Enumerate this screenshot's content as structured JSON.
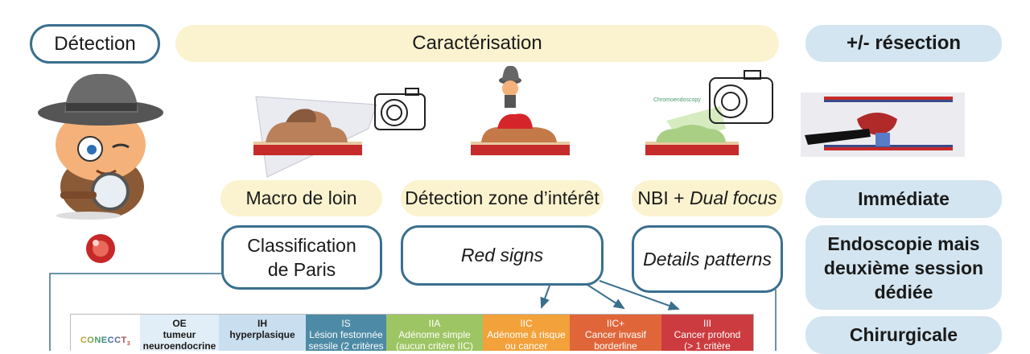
{
  "headers": {
    "detection": "Détection",
    "caracterisation": "Caractérisation",
    "resection": "+/- résection"
  },
  "methods": {
    "macro": "Macro de loin",
    "detection_zone": "Détection zone d’intérêt",
    "nbi_prefix": "NBI + ",
    "nbi_italic": "Dual focus"
  },
  "outcomes": {
    "classification": "Classification\nde Paris",
    "red_signs": "Red signs",
    "details": "Details patterns"
  },
  "resection_options": {
    "immediate": "Immédiate",
    "endoscopie": "Endoscopie mais\ndeuxième session\ndédiée",
    "chirurgicale": "Chirurgicale"
  },
  "illustration_text": {
    "chromoendoscopy": "Chromoendoscopy"
  },
  "table": {
    "logo": "CONECCT",
    "logo_sub": "3",
    "columns": [
      {
        "code": "OE",
        "line1": "tumeur",
        "line2": "neuroendocrine",
        "color": "#e2eef7",
        "text_color": "#1a1a1a"
      },
      {
        "code": "IH",
        "line1": "hyperplasique",
        "line2": "",
        "color": "#c9dff0",
        "text_color": "#1a1a1a"
      },
      {
        "code": "IS",
        "line1": "Lésion festonnée",
        "line2": "sessile (2 critères",
        "color": "#4d8aa6",
        "text_color": "#ffffff"
      },
      {
        "code": "IIA",
        "line1": "Adénome simple",
        "line2": "(aucun critère IIC)",
        "color": "#9dc563",
        "text_color": "#ffffff"
      },
      {
        "code": "IIC",
        "line1": "Adénome à risque",
        "line2": "ou cancer",
        "color": "#f2a13b",
        "text_color": "#ffffff"
      },
      {
        "code": "IIC+",
        "line1": "Cancer invasif",
        "line2": "borderline",
        "color": "#e0663a",
        "text_color": "#ffffff"
      },
      {
        "code": "III",
        "line1": "Cancer profond",
        "line2": "(> 1 critère",
        "color": "#cc3b3f",
        "text_color": "#ffffff"
      }
    ]
  },
  "colors": {
    "outline": "#3a6f8e",
    "yellow_fill": "#fbf3cf",
    "blue_fill": "#d3e5f0",
    "arrow": "#3a6f8e"
  }
}
